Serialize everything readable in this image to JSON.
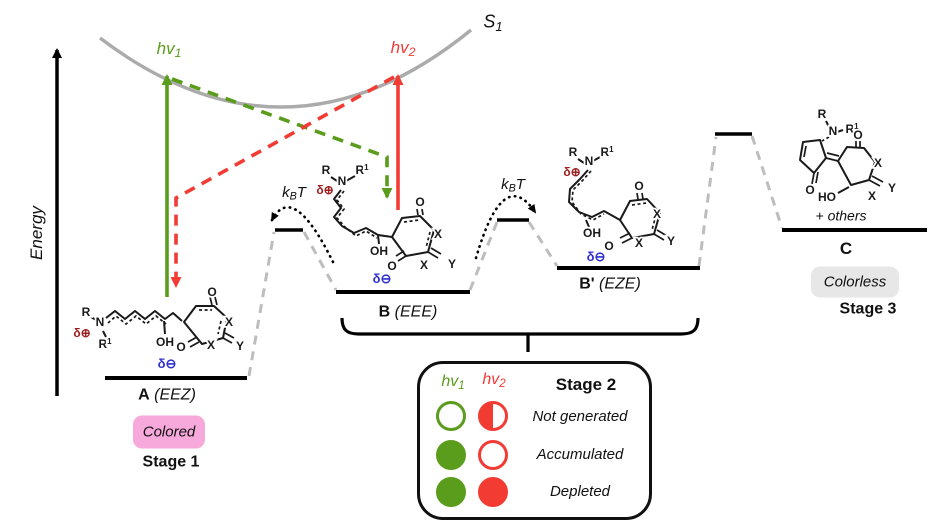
{
  "colors": {
    "green": "#5A9C1C",
    "red": "#F23B33",
    "curve": "#ABABAB",
    "dash": "#BDBDBD",
    "pink": "#F8A9DC",
    "lightgray": "#E7E7E7",
    "deltared": "#9E1F1F",
    "deltablue": "#2F2FD0",
    "ink": "#1A1A1A"
  },
  "energy_axis": {
    "label": "Energy"
  },
  "excited_state": {
    "base": "S",
    "sub": "1"
  },
  "photons": {
    "hv1": {
      "base": "hv",
      "sub": "1"
    },
    "hv2": {
      "base": "hv",
      "sub": "2"
    }
  },
  "thermal": {
    "k": "k",
    "sub": "B",
    "t": "T"
  },
  "states": {
    "A": {
      "name": "A",
      "isomer": "(EEZ)",
      "badge": "Colored",
      "stage": "Stage 1"
    },
    "B": {
      "name": "B",
      "isomer": "(EEE)"
    },
    "Bp": {
      "name": "B'",
      "isomer": "(EZE)"
    },
    "C": {
      "name": "C",
      "note": "+ others",
      "badge": "Colorless",
      "stage": "Stage 3"
    }
  },
  "legend": {
    "title": "Stage 2",
    "col1": {
      "base": "hv",
      "sub": "1"
    },
    "col2": {
      "base": "hv",
      "sub": "2"
    },
    "rows": [
      {
        "label": "Not generated",
        "hv1_state": "empty",
        "hv2_state": "half-filled"
      },
      {
        "label": "Accumulated",
        "hv1_state": "filled",
        "hv2_state": "empty"
      },
      {
        "label": "Depleted",
        "hv1_state": "filled",
        "hv2_state": "filled"
      }
    ]
  },
  "atoms": {
    "R": "R",
    "N": "N",
    "sup1": "1",
    "O": "O",
    "X": "X",
    "Y": "Y",
    "OH": "OH",
    "HO": "HO",
    "delta_plus": "δ⊕",
    "delta_minus": "δ⊖"
  }
}
